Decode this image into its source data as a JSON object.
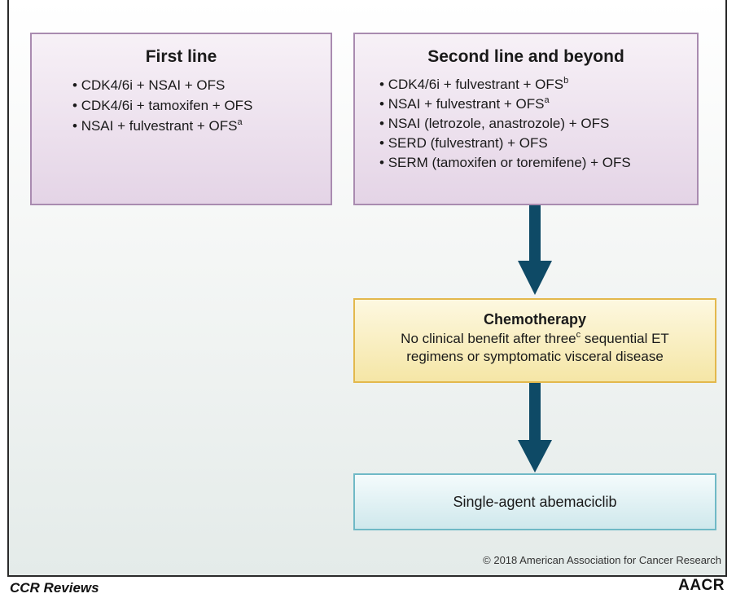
{
  "first_line": {
    "title": "First line",
    "items": [
      {
        "text": "CDK4/6i + NSAI + OFS",
        "sup": ""
      },
      {
        "text": "CDK4/6i + tamoxifen + OFS",
        "sup": ""
      },
      {
        "text": "NSAI + fulvestrant + OFS",
        "sup": "a"
      }
    ]
  },
  "second_line": {
    "title": "Second line and beyond",
    "items": [
      {
        "text": "CDK4/6i + fulvestrant + OFS",
        "sup": "b"
      },
      {
        "text": "NSAI + fulvestrant + OFS",
        "sup": "a"
      },
      {
        "text": "NSAI (letrozole, anastrozole) + OFS",
        "sup": ""
      },
      {
        "text": "SERD (fulvestrant) + OFS",
        "sup": ""
      },
      {
        "text": "SERM (tamoxifen or toremifene) + OFS",
        "sup": ""
      }
    ]
  },
  "chemo": {
    "title": "Chemotherapy",
    "line1_a": "No clinical benefit after three",
    "line1_sup": "c",
    "line1_b": " sequential ET",
    "line2": "regimens or symptomatic visceral disease"
  },
  "final": {
    "label": "Single-agent abemaciclib"
  },
  "footer": {
    "copyright": "© 2018 American Association for Cancer Research",
    "journal": "CCR Reviews",
    "publisher": "AACR"
  },
  "colors": {
    "arrow": "#0e4a66",
    "purple_border": "#a98bb0",
    "yellow_border": "#e3b84c",
    "blue_border": "#6fb9c6"
  }
}
